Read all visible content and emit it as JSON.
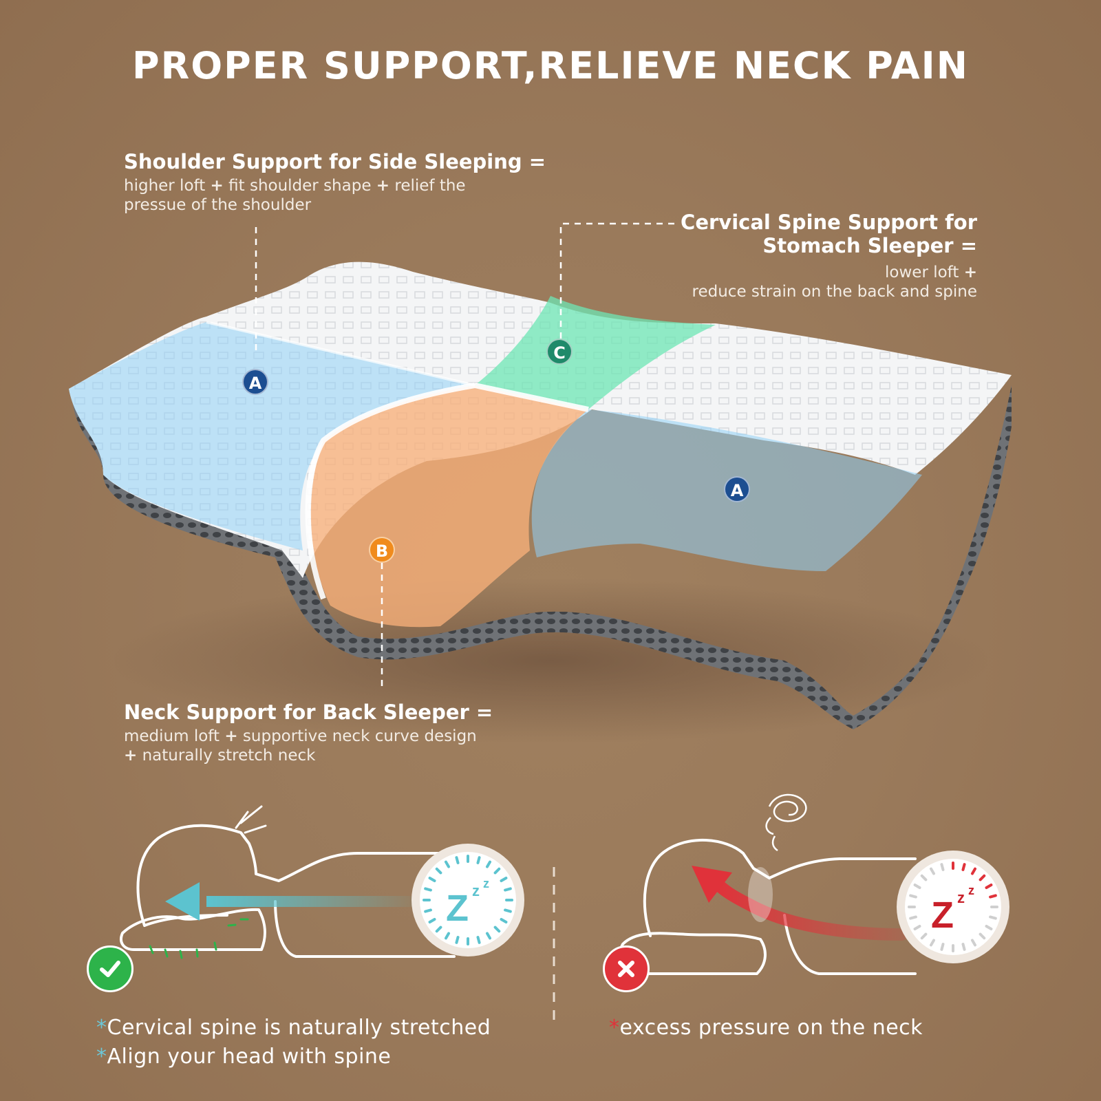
{
  "title": "PROPER SUPPORT,RELIEVE NECK PAIN",
  "features": {
    "shoulder": {
      "heading": "Shoulder Support for Side Sleeping =",
      "line1_a": "higher loft",
      "line1_b": "fit shoulder shape",
      "line1_c": "relief the",
      "line2": "pressue of the shoulder"
    },
    "cervical": {
      "heading1": "Cervical Spine Support for",
      "heading2": "Stomach Sleeper =",
      "line1": "lower loft",
      "line2": "reduce strain on the back and spine"
    },
    "neck": {
      "heading": "Neck Support for Back Sleeper =",
      "line1_a": "medium loft",
      "line1_b": "supportive neck curve design",
      "line2": "naturally stretch neck"
    },
    "plus_sign": "+"
  },
  "zones": {
    "a": "A",
    "b": "B",
    "c": "C"
  },
  "colors": {
    "zone_a": "#1c4e91",
    "zone_b": "#f08b1d",
    "zone_c": "#1f8a6a",
    "good": "#2db34a",
    "bad": "#e0323a",
    "good_arrow": "#5cc3cf",
    "bad_arrow": "#e0323a"
  },
  "good_example": {
    "status_icon": "check-icon",
    "snore_letter": "Z",
    "captions": [
      "Cervical spine is naturally stretched",
      "Align your head with spine"
    ],
    "bullet": "*"
  },
  "bad_example": {
    "status_icon": "cross-icon",
    "snore_letter": "Z",
    "caption": "excess pressure on the neck",
    "bullet": "*"
  }
}
